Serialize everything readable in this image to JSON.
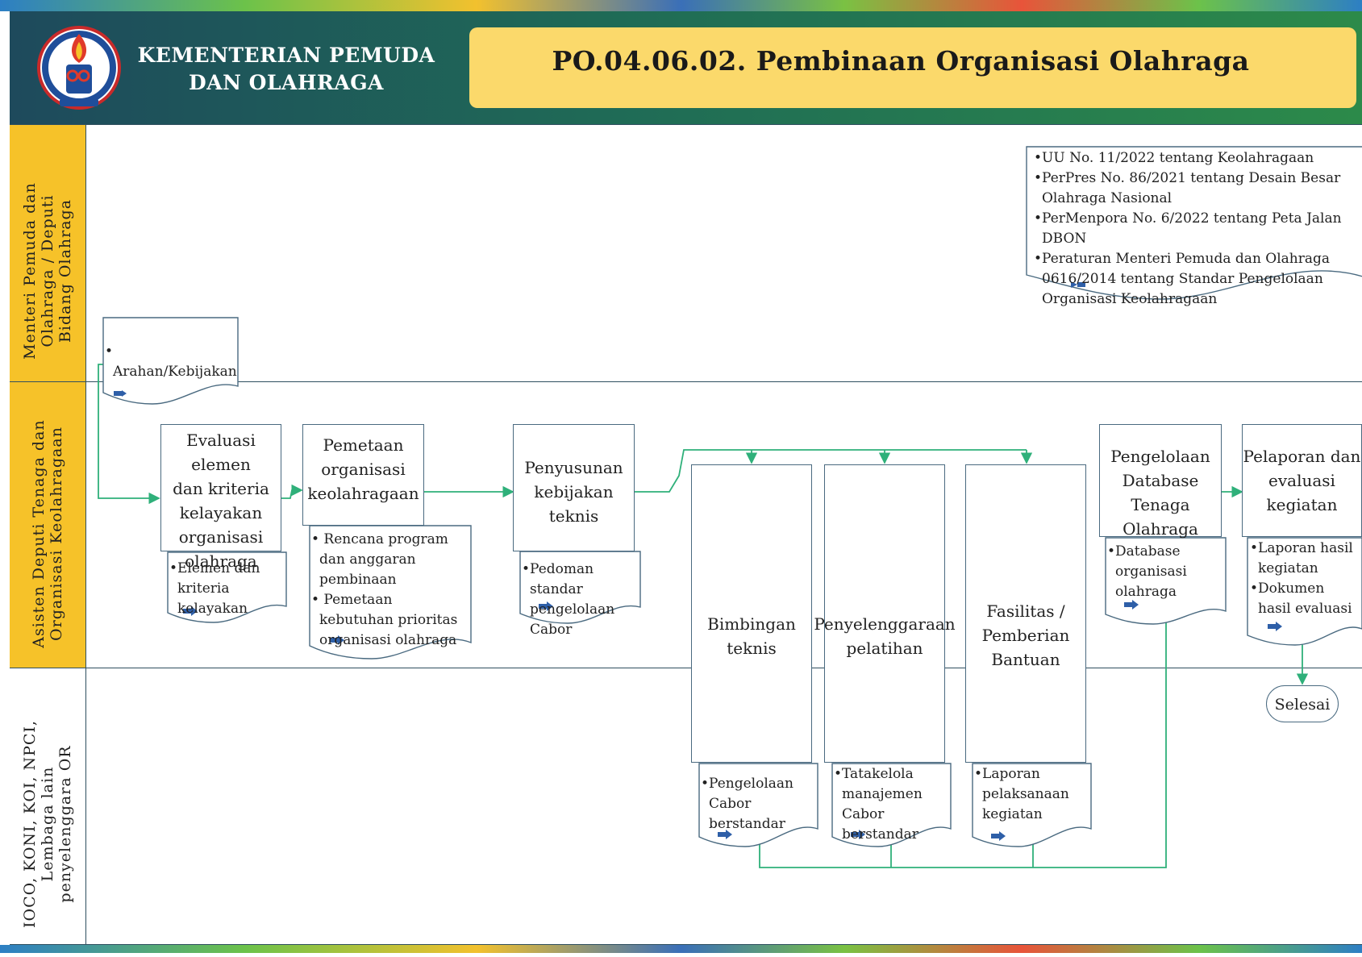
{
  "header": {
    "ministry_line1": "KEMENTERIAN PEMUDA",
    "ministry_line2": "DAN OLAHRAGA",
    "title": "PO.04.06.02.  Pembinaan  Organisasi  Olahraga",
    "logo_icon": "ministry-emblem-icon"
  },
  "lanes": [
    {
      "label": "Menteri Pemuda dan\nOlahraga / Deputi\nBidang Olahraga"
    },
    {
      "label": "Asisten Deputi Tenaga dan\nOrganisasi Keolahragaan"
    },
    {
      "label": "IOCO, KONI, KOI, NPCI,\nLembaga lain\npenyelenggara OR"
    }
  ],
  "processes": {
    "evaluasi": [
      "Evaluasi elemen",
      "dan kriteria",
      "kelayakan",
      "organisasi",
      "olahraga"
    ],
    "pemetaan": [
      "Pemetaan",
      "organisasi",
      "keolahragaan"
    ],
    "penyusunan": [
      "Penyusunan",
      "kebijakan teknis"
    ],
    "bimbingan": [
      "Bimbingan",
      "teknis"
    ],
    "penyelenggaraan": [
      "Penyelenggaraan",
      "pelatihan"
    ],
    "fasilitas": [
      "Fasilitas /",
      "Pemberian",
      "Bantuan"
    ],
    "pengelolaan": [
      "Pengelolaan",
      "Database",
      "Tenaga Olahraga"
    ],
    "pelaporan": [
      "Pelaporan dan",
      "evaluasi",
      "kegiatan"
    ]
  },
  "documents": {
    "regulasi": [
      "•UU No. 11/2022 tentang Keolahragaan",
      "•PerPres No. 86/2021 tentang Desain Besar Olahraga Nasional",
      "•PerMenpora No. 6/2022 tentang Peta Jalan DBON",
      "•Peraturan Menteri Pemuda dan Olahraga 0616/2014 tentang Standar Pengelolaan Organisasi Keolahragaan"
    ],
    "arahan": [
      "• Arahan/Kebijakan"
    ],
    "elemen": [
      "•Elemen dan kriteria kelayakan"
    ],
    "rencana": [
      "• Rencana program dan anggaran pembinaan",
      "• Pemetaan kebutuhan prioritas organisasi olahraga"
    ],
    "pedoman": [
      "•Pedoman standar pengelolaan Cabor"
    ],
    "database": [
      "•Database organisasi olahraga"
    ],
    "laporan_hasil": [
      "•Laporan hasil kegiatan",
      "•Dokumen hasil evaluasi"
    ],
    "pengelolaan_cabor": [
      "•Pengelolaan Cabor berstandar"
    ],
    "tatakelola": [
      "•Tatakelola manajemen Cabor berstandar"
    ],
    "laporan_pelaksanaan": [
      "•Laporan pelaksanaan kegiatan"
    ]
  },
  "terminal": {
    "label": "Selesai"
  },
  "colors": {
    "header_green": "#1f6b56",
    "title_yellow": "#fbd96b",
    "lane_yellow": "#f6c229",
    "connector": "#2fb07a",
    "doc_arrow": "#2e5fa8"
  }
}
